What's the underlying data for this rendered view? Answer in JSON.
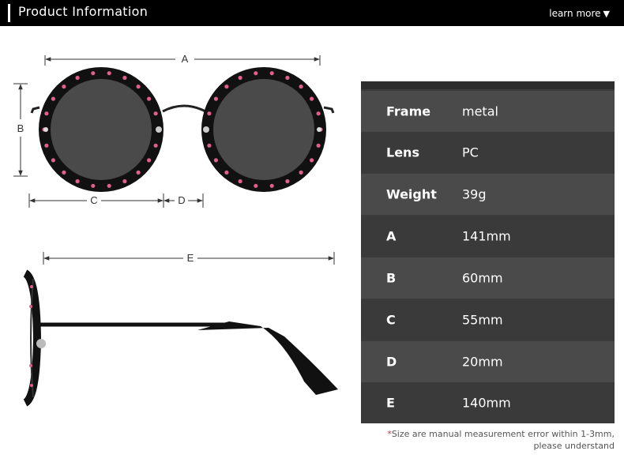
{
  "header": {
    "title": "Product Information",
    "more_label": "learn more",
    "more_arrow": "▼"
  },
  "dimensions": {
    "a": "A",
    "b": "B",
    "c": "C",
    "d": "D",
    "e": "E"
  },
  "specs": [
    {
      "key": "Frame",
      "value": "metal"
    },
    {
      "key": "Lens",
      "value": "PC"
    },
    {
      "key": "Weight",
      "value": "39g"
    },
    {
      "key": "A",
      "value": "141mm"
    },
    {
      "key": "B",
      "value": "60mm"
    },
    {
      "key": "C",
      "value": "55mm"
    },
    {
      "key": "D",
      "value": "20mm"
    },
    {
      "key": "E",
      "value": "140mm"
    }
  ],
  "note": {
    "asterisk": "*",
    "line1": "Size are manual measurement error within 1-3mm,",
    "line2": "please understand"
  },
  "colors": {
    "frame": "#111111",
    "lens": "#4a4a4a",
    "rhinestone": "#e0608a",
    "panel": "#3c3c3c"
  }
}
